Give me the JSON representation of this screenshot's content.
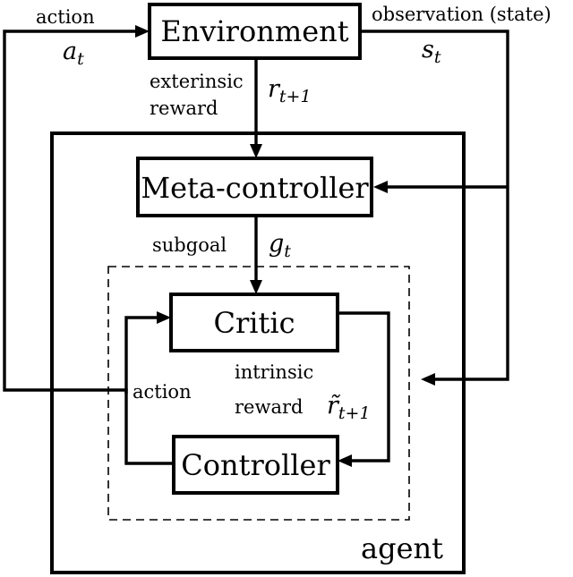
{
  "boxes": {
    "environment": "Environment",
    "meta_controller": "Meta-controller",
    "critic": "Critic",
    "controller": "Controller",
    "agent": "agent"
  },
  "labels": {
    "action_top": "action",
    "action_symbol": "a",
    "action_sub": "t",
    "observation": "observation (state)",
    "state_symbol": "s",
    "state_sub": "t",
    "extrinsic_line1": "exterinsic",
    "extrinsic_line2": "reward",
    "extrinsic_symbol": "r",
    "extrinsic_sub": "t+1",
    "subgoal": "subgoal",
    "goal_symbol": "g",
    "goal_sub": "t",
    "action_inner": "action",
    "intrinsic_line1": "intrinsic",
    "intrinsic_line2": "reward",
    "intrinsic_symbol": "r̃",
    "intrinsic_sub": "t+1"
  }
}
